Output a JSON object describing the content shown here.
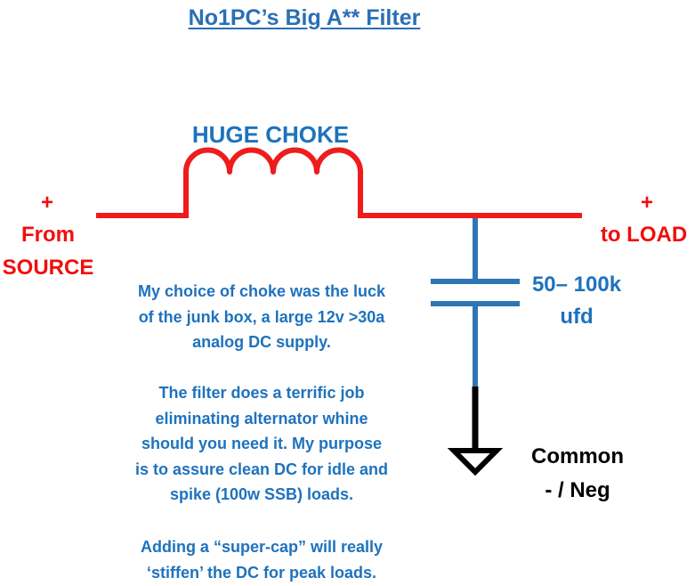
{
  "title": "No1PC’s Big A** Filter",
  "choke": {
    "label": "HUGE CHOKE"
  },
  "source": {
    "plus": "+",
    "line1": "From",
    "line2": "SOURCE"
  },
  "load": {
    "plus": "+",
    "label": "to LOAD"
  },
  "capacitor": {
    "value": "50– 100k",
    "unit": "ufd"
  },
  "ground": {
    "line1": "Common",
    "line2": "- / Neg"
  },
  "notes": {
    "para1": [
      "My choice of choke was the luck",
      "of the junk box, a large 12v >30a",
      "analog DC supply."
    ],
    "para2": [
      "The filter does a terrific job",
      "eliminating alternator whine",
      "should you need it.  My purpose",
      "is to assure clean DC for idle and",
      "spike (100w SSB) loads."
    ],
    "para3": [
      "Adding a “super-cap” will really",
      "‘stiffen’ the DC for peak loads."
    ]
  },
  "colors": {
    "wire_positive": "#ee1c1c",
    "wire_capacitor": "#2e75b6",
    "wire_ground": "#000000",
    "label_blue": "#1e72bd",
    "label_red": "#f20d0d"
  }
}
